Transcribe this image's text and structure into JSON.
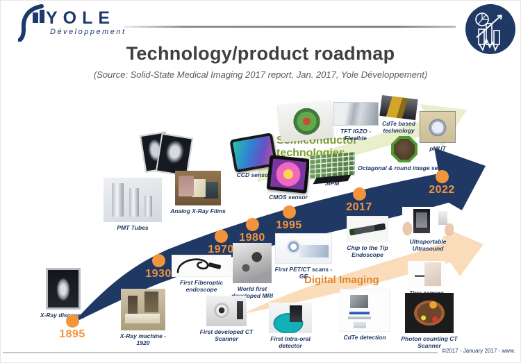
{
  "header": {
    "logo_text": "YOLE",
    "logo_subtext": "Développement",
    "title": "Technology/product roadmap",
    "subtitle": "(Source: Solid-State Medical Imaging 2017 report, Jan. 2017, Yole Développement)"
  },
  "streams": {
    "semiconductor": "Semiconductor\ntechnologies",
    "digital": "Digital Imaging"
  },
  "timeline": {
    "years": [
      "1895",
      "1930",
      "1970",
      "1980",
      "1995",
      "2017",
      "2022"
    ]
  },
  "labels": {
    "pmt_tubes": "PMT Tubes",
    "analog_films": "Analog X-Ray Films",
    "ccd": "CCD sensor",
    "cmos": "CMOS sensor",
    "sipm": "SiPM",
    "tft_igzo": "TFT IGZO - Flexible",
    "cdte_tech": "CdTe based technology",
    "octagonal": "Octagonal & round image sensor",
    "pmut": "pMUT",
    "xray_discovery": "X-Ray discovery",
    "xray_machine": "X-Ray machine - 1920",
    "fiberoptic": "First Fiberoptic endoscope",
    "mri": "World first developed MRI",
    "ct_scanner": "First developed CT Scanner",
    "petct": "First PET/CT scans - GE",
    "intraoral": "First Intra-oral detector",
    "cdte_detection": "CdTe detection",
    "chip_tip": "Chip to the Tip Endoscope",
    "ultrasound": "Ultraportable Ultrasound",
    "tiny_camera": "Tiny camera endoscopy",
    "photon_ct": "Photon counting CT Scanner"
  },
  "icons": {
    "corner": "analytics-circle-icon",
    "logo_mark": "yole-logo-mark"
  },
  "colors": {
    "navy": "#1f3864",
    "orange": "#f2943c",
    "stream_green": "#7d9c2e",
    "stream_green_fill": "#e9eecb",
    "digital_orange": "#e0862f",
    "digital_fill": "#fbdcba",
    "title_gray": "#404040"
  },
  "footer": {
    "copyright": "©2017 - January 2017 - www."
  }
}
